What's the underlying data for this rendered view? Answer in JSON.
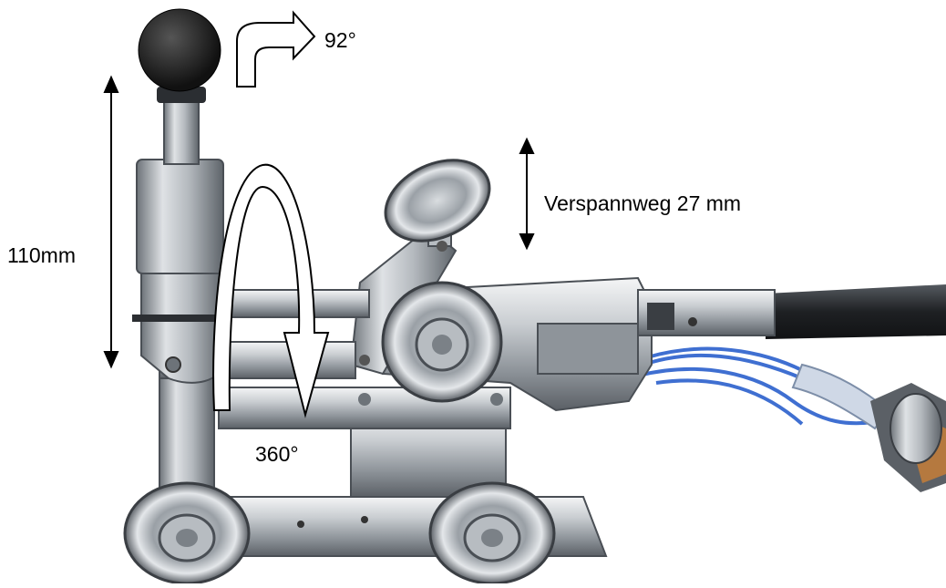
{
  "annotations": {
    "rotation_tilt": "92°",
    "height": "110mm",
    "clamping_travel": "Verspannweg 27 mm",
    "rotation_full": "360°"
  },
  "colors": {
    "steel_light": "#e6e8ea",
    "steel_mid": "#9aa0a6",
    "steel_dark": "#4a4f55",
    "knob_black": "#1c1c1c",
    "hose_black": "#202124",
    "cable_blue": "#3f6fd1",
    "connector_copper": "#b5793f"
  },
  "icons": [
    "tilt-arrow-icon",
    "rotation-arrow-icon",
    "dimension-arrow-icon"
  ]
}
